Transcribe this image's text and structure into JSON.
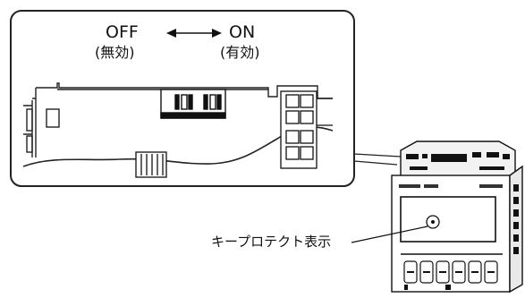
{
  "switch": {
    "off_label": "OFF",
    "off_sub": "(無効)",
    "on_label": "ON",
    "on_sub": "(有効)"
  },
  "device": {
    "callout_label": "キープロテクト表示"
  }
}
